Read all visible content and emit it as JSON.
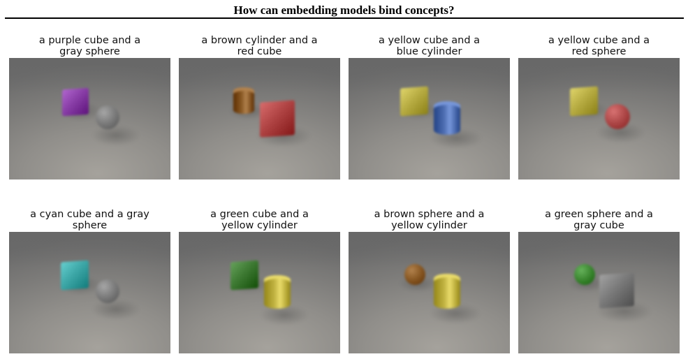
{
  "figure": {
    "title": "How can embedding models bind concepts?"
  },
  "panels": [
    {
      "caption_line1": "a purple cube and a",
      "caption_line2": "gray sphere",
      "objects": [
        {
          "shape": "cube",
          "color": "#8a3fa8"
        },
        {
          "shape": "sphere",
          "color": "#7e7e7e"
        }
      ]
    },
    {
      "caption_line1": "a brown cylinder and a",
      "caption_line2": "red cube",
      "objects": [
        {
          "shape": "cylinder",
          "color": "#8a5a25"
        },
        {
          "shape": "cube",
          "color": "#b04444"
        }
      ]
    },
    {
      "caption_line1": "a yellow cube and a",
      "caption_line2": "blue cylinder",
      "objects": [
        {
          "shape": "cube",
          "color": "#b8ad43"
        },
        {
          "shape": "cylinder",
          "color": "#4f6fb3"
        }
      ]
    },
    {
      "caption_line1": "a yellow cube and a",
      "caption_line2": "red sphere",
      "objects": [
        {
          "shape": "cube",
          "color": "#b8ad43"
        },
        {
          "shape": "sphere",
          "color": "#b04a4a"
        }
      ]
    },
    {
      "caption_line1": "a cyan cube and a gray",
      "caption_line2": "sphere",
      "objects": [
        {
          "shape": "cube",
          "color": "#3ea8a8"
        },
        {
          "shape": "sphere",
          "color": "#7e7e7e"
        }
      ]
    },
    {
      "caption_line1": "a green cube and a",
      "caption_line2": "yellow cylinder",
      "objects": [
        {
          "shape": "cube",
          "color": "#3e7a33"
        },
        {
          "shape": "cylinder",
          "color": "#c2b443"
        }
      ]
    },
    {
      "caption_line1": "a brown sphere and a",
      "caption_line2": "yellow cylinder",
      "objects": [
        {
          "shape": "sphere",
          "color": "#8a5a25"
        },
        {
          "shape": "cylinder",
          "color": "#c2b443"
        }
      ]
    },
    {
      "caption_line1": "a green sphere and a",
      "caption_line2": "gray cube",
      "objects": [
        {
          "shape": "sphere",
          "color": "#3e8a33"
        },
        {
          "shape": "cube",
          "color": "#7a7a7a"
        }
      ]
    }
  ]
}
